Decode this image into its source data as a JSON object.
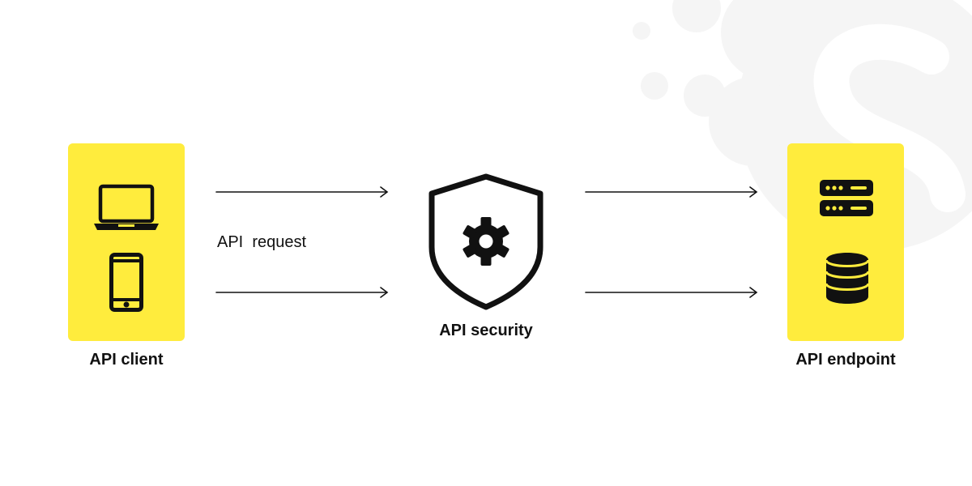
{
  "nodes": {
    "client": {
      "label": "API client",
      "icons": [
        "laptop-icon",
        "smartphone-icon"
      ]
    },
    "security": {
      "label": "API security",
      "icons": [
        "shield-gear-icon"
      ]
    },
    "endpoint": {
      "label": "API endpoint",
      "icons": [
        "server-icon",
        "database-icon"
      ]
    }
  },
  "edges": {
    "request_label": "API  request"
  },
  "colors": {
    "card": "#ffec3d",
    "ink": "#111111",
    "decor": "#f4f4f4"
  }
}
